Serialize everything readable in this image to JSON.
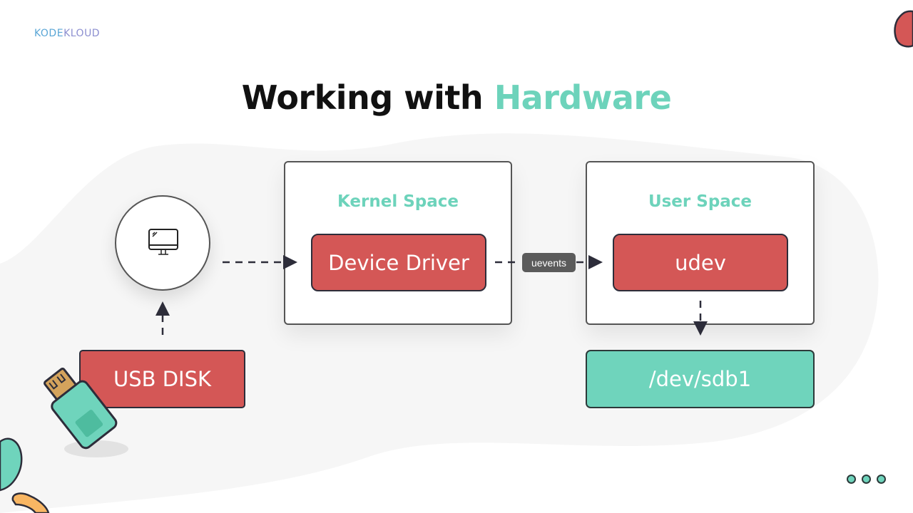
{
  "logo": {
    "part1": "KODE",
    "part2": "KLOUD"
  },
  "title": {
    "main": "Working with ",
    "highlight": "Hardware"
  },
  "diagram": {
    "nodes": {
      "computer": {
        "icon": "monitor-icon"
      },
      "usb_disk": {
        "label": "USB DISK",
        "icon": "usb-drive-icon"
      },
      "kernel_space": {
        "title": "Kernel Space",
        "component": "Device Driver"
      },
      "user_space": {
        "title": "User Space",
        "component": "udev"
      },
      "device_file": {
        "label": "/dev/sdb1"
      }
    },
    "edges": [
      {
        "from": "usb_disk",
        "to": "computer",
        "style": "dashed"
      },
      {
        "from": "computer",
        "to": "kernel_space",
        "style": "dashed"
      },
      {
        "from": "kernel_space",
        "to": "user_space",
        "style": "dashed",
        "label": "uevents"
      },
      {
        "from": "user_space",
        "to": "device_file",
        "style": "dashed"
      }
    ]
  },
  "colors": {
    "accent_green": "#6fd4bc",
    "accent_red": "#d45756",
    "outline": "#2d2d3a"
  },
  "footer": {
    "icon": "more-dots-icon"
  }
}
